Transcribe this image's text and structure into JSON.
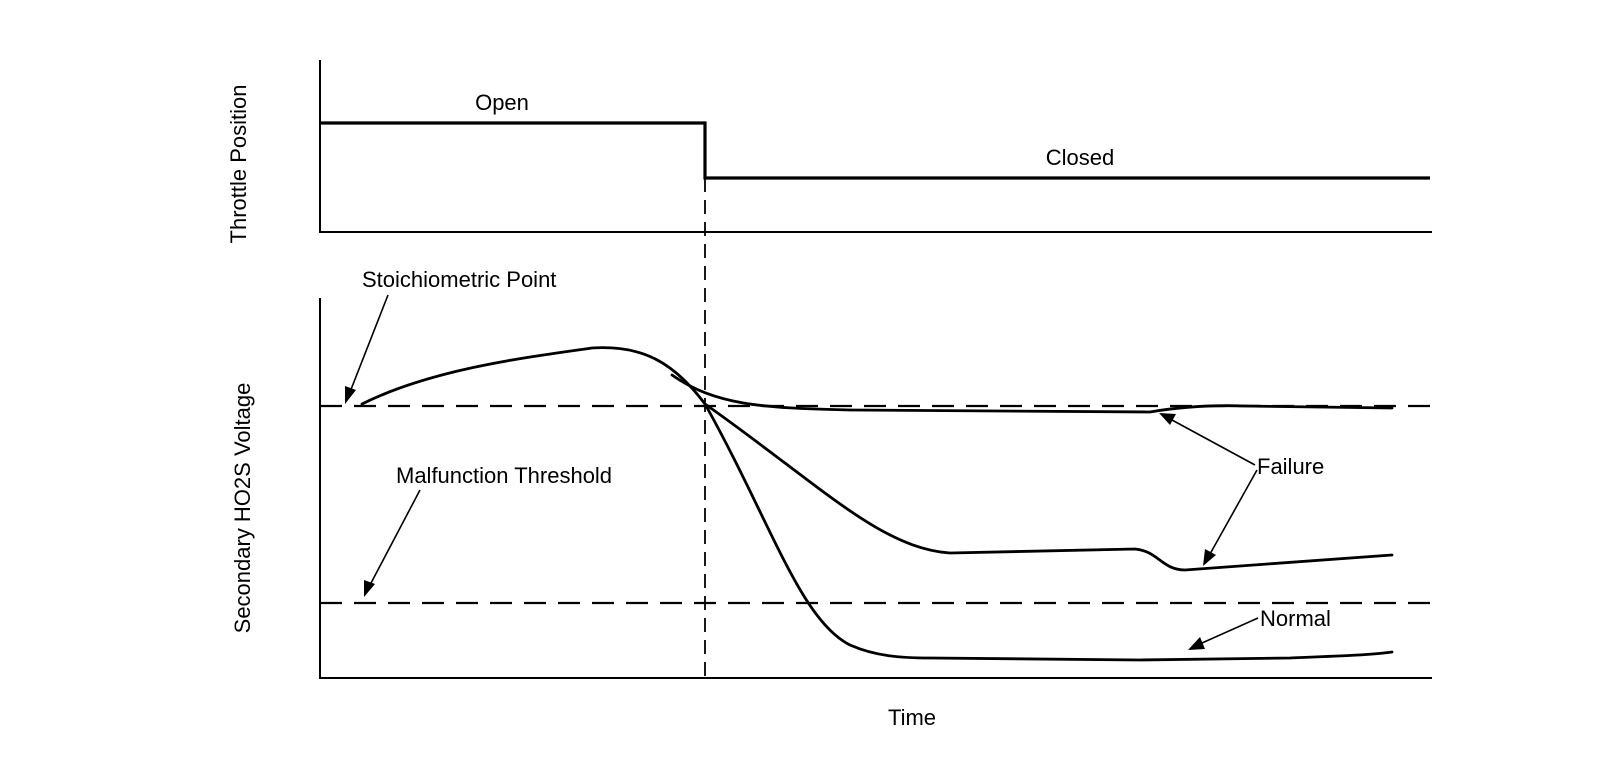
{
  "labels": {
    "throttle_axis": "Throttle Position",
    "voltage_axis": "Secondary HO2S Voltage",
    "time_axis": "Time",
    "open": "Open",
    "closed": "Closed",
    "stoichiometric": "Stoichiometric Point",
    "malfunction": "Malfunction Threshold",
    "failure": "Failure",
    "normal": "Normal"
  }
}
